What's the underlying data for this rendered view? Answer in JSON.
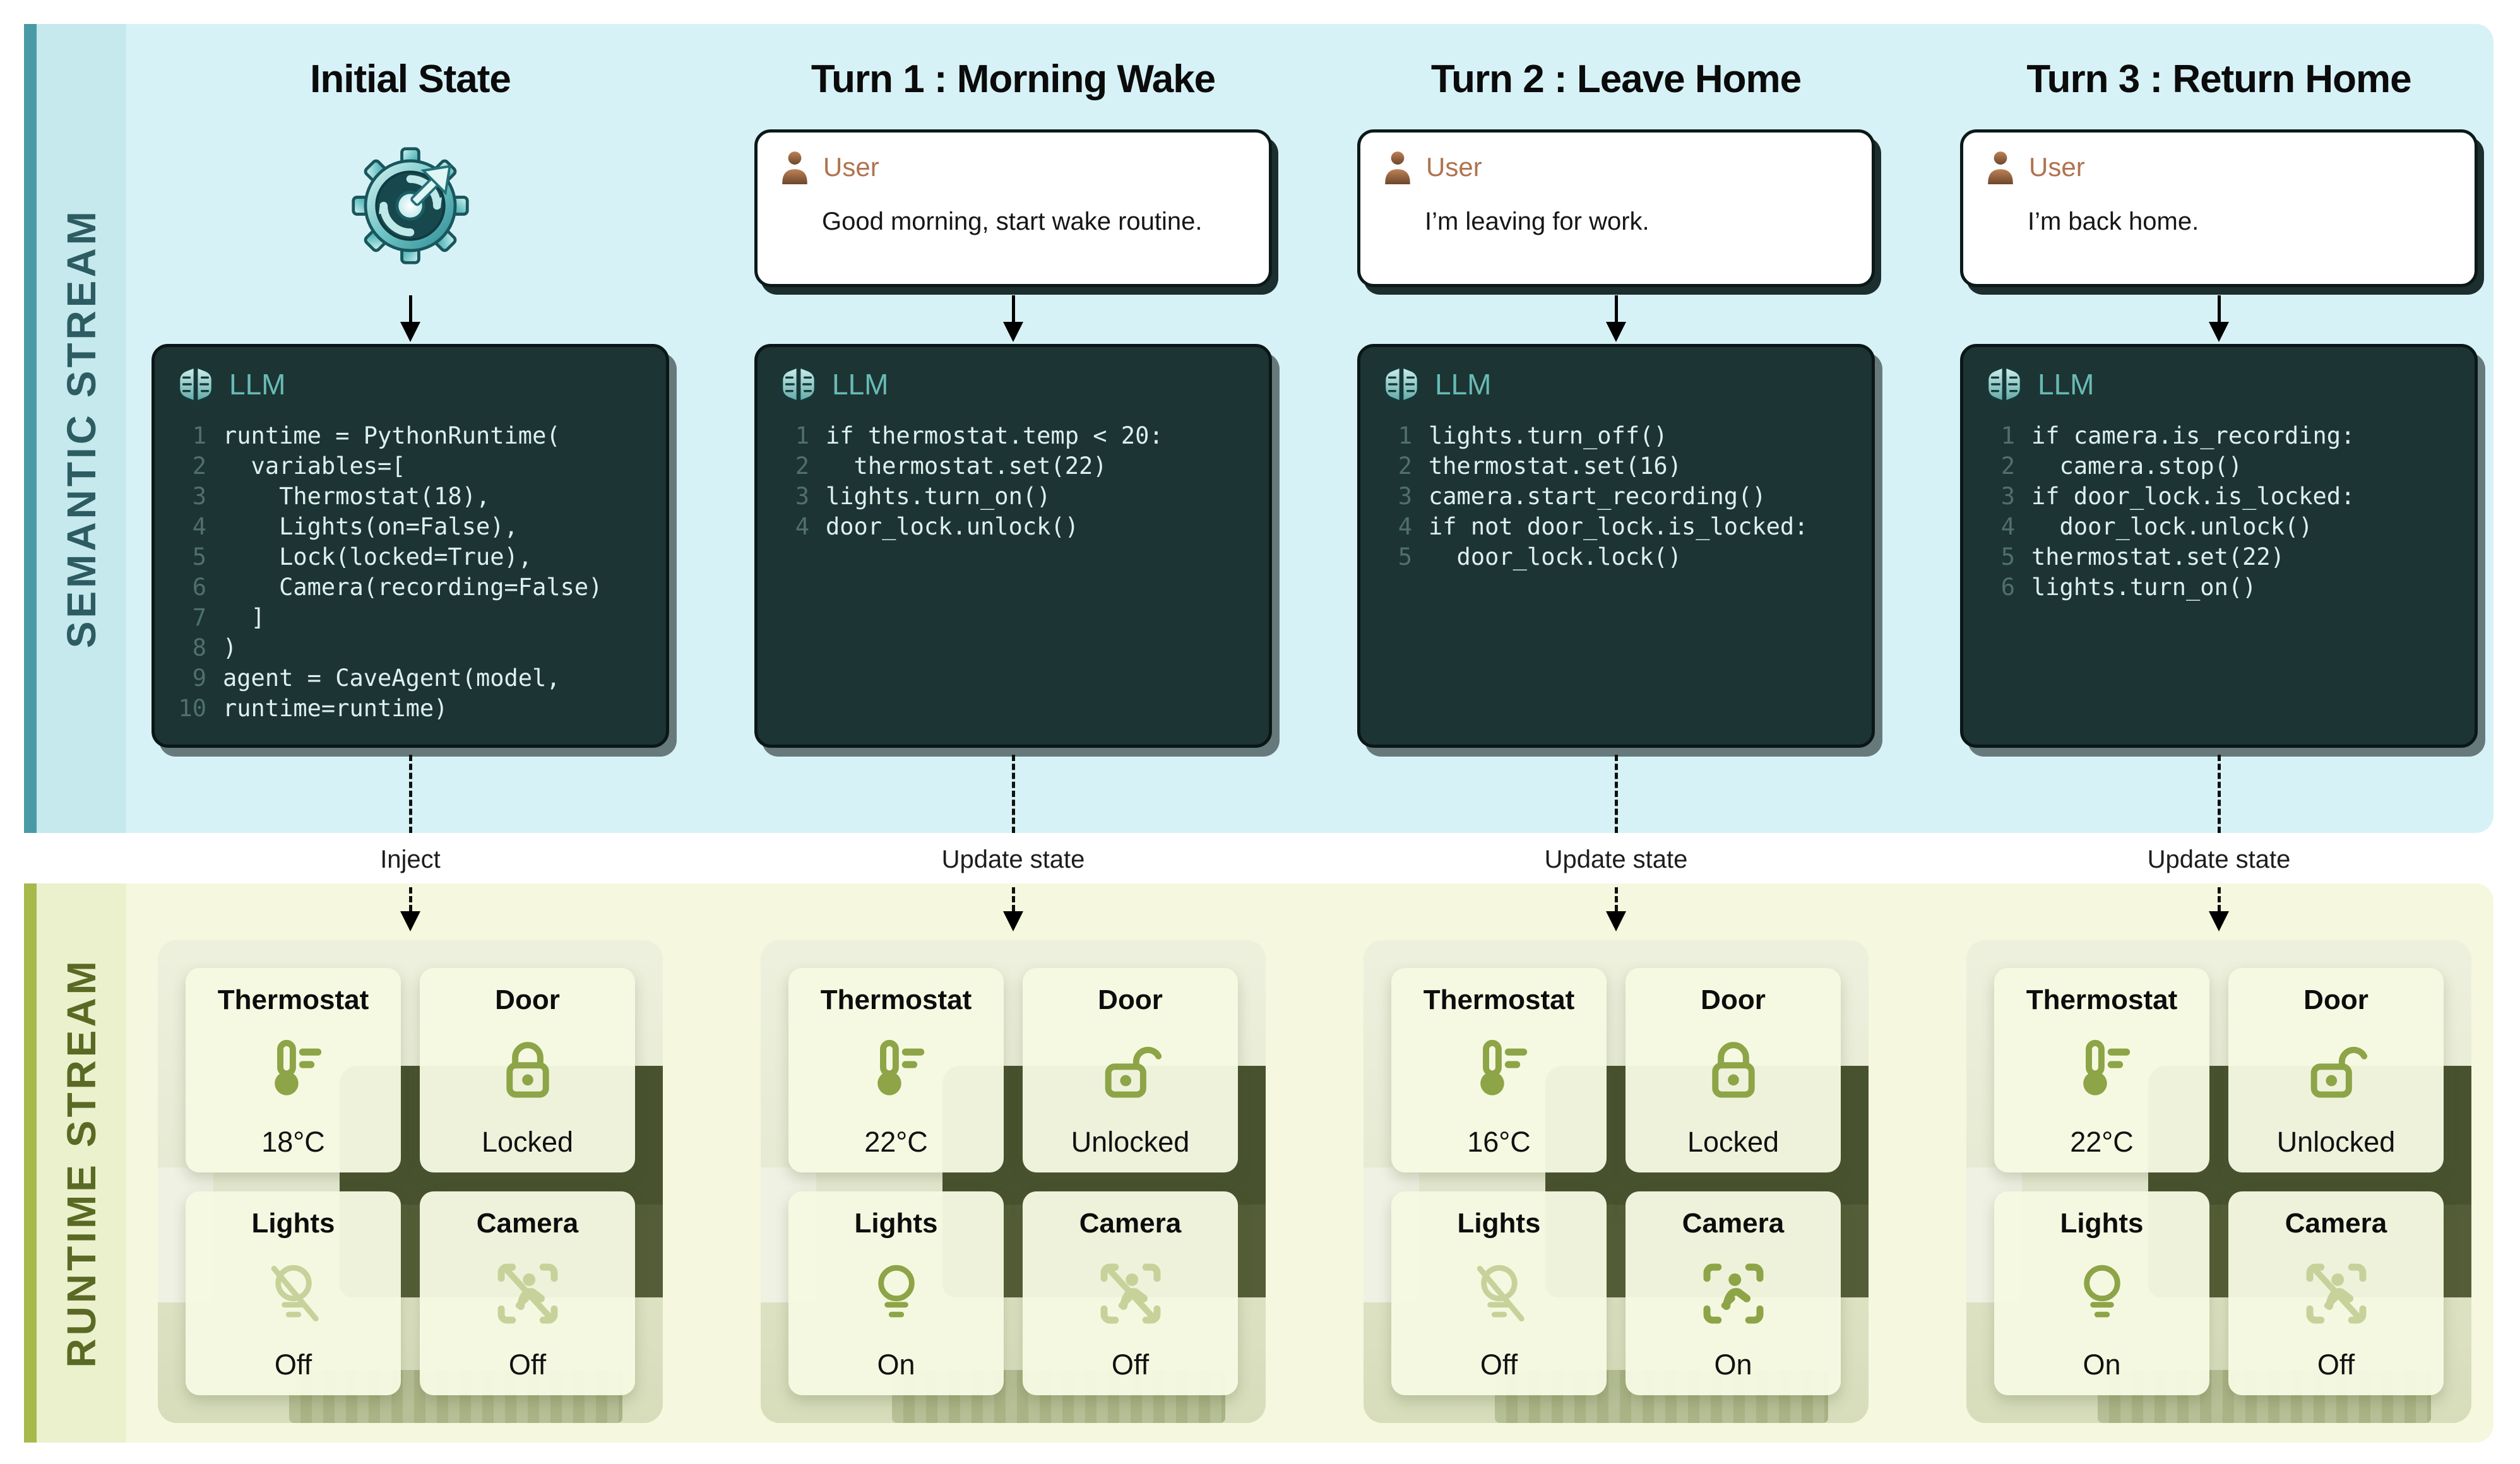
{
  "streams": {
    "semantic_label": "SEMANTIC STREAM",
    "runtime_label": "RUNTIME STREAM"
  },
  "colors": {
    "semantic_band": "#d7f2f7",
    "semantic_edge": "#4a9aa6",
    "semantic_text": "#2d5c63",
    "runtime_band": "#f5f8de",
    "runtime_edge": "#a7b94b",
    "runtime_text": "#5a6a24",
    "code_background": "#1c3433",
    "llm_accent": "#68bab6",
    "user_accent": "#b17350",
    "device_icon_active": "#8da447",
    "device_icon_inactive": "#c7d29b"
  },
  "columns": [
    {
      "title": "Initial State",
      "stimulus_icon": "gear-refresh-icon",
      "flow_label": "Inject",
      "llm": {
        "label": "LLM",
        "icon": "brain-icon",
        "code": [
          "runtime = PythonRuntime(",
          "  variables=[",
          "    Thermostat(18),",
          "    Lights(on=False),",
          "    Lock(locked=True),",
          "    Camera(recording=False)",
          "  ]",
          ")",
          "agent = CaveAgent(model,",
          "runtime=runtime)"
        ]
      },
      "devices": {
        "thermostat": {
          "label": "Thermostat",
          "value": "18°C",
          "icon": "thermometer-icon"
        },
        "door": {
          "label": "Door",
          "value": "Locked",
          "icon": "lock-closed-icon"
        },
        "lights": {
          "label": "Lights",
          "value": "Off",
          "icon": "bulb-off-icon"
        },
        "camera": {
          "label": "Camera",
          "value": "Off",
          "icon": "camera-off-icon"
        }
      }
    },
    {
      "title": "Turn 1 : Morning Wake",
      "user": {
        "label": "User",
        "icon": "person-icon",
        "message": "Good morning, start wake routine."
      },
      "flow_label": "Update state",
      "llm": {
        "label": "LLM",
        "icon": "brain-icon",
        "code": [
          "if thermostat.temp < 20:",
          "  thermostat.set(22)",
          "lights.turn_on()",
          "door_lock.unlock()"
        ]
      },
      "devices": {
        "thermostat": {
          "label": "Thermostat",
          "value": "22°C",
          "icon": "thermometer-icon"
        },
        "door": {
          "label": "Door",
          "value": "Unlocked",
          "icon": "lock-open-icon"
        },
        "lights": {
          "label": "Lights",
          "value": "On",
          "icon": "bulb-on-icon"
        },
        "camera": {
          "label": "Camera",
          "value": "Off",
          "icon": "camera-off-icon"
        }
      }
    },
    {
      "title": "Turn 2 : Leave Home",
      "user": {
        "label": "User",
        "icon": "person-icon",
        "message": "I’m leaving for work."
      },
      "flow_label": "Update state",
      "llm": {
        "label": "LLM",
        "icon": "brain-icon",
        "code": [
          "lights.turn_off()",
          "thermostat.set(16)",
          "camera.start_recording()",
          "if not door_lock.is_locked:",
          "  door_lock.lock()"
        ]
      },
      "devices": {
        "thermostat": {
          "label": "Thermostat",
          "value": "16°C",
          "icon": "thermometer-icon"
        },
        "door": {
          "label": "Door",
          "value": "Locked",
          "icon": "lock-closed-icon"
        },
        "lights": {
          "label": "Lights",
          "value": "Off",
          "icon": "bulb-off-icon"
        },
        "camera": {
          "label": "Camera",
          "value": "On",
          "icon": "camera-on-icon"
        }
      }
    },
    {
      "title": "Turn 3 : Return Home",
      "user": {
        "label": "User",
        "icon": "person-icon",
        "message": "I’m back home."
      },
      "flow_label": "Update state",
      "llm": {
        "label": "LLM",
        "icon": "brain-icon",
        "code": [
          "if camera.is_recording:",
          "  camera.stop()",
          "if door_lock.is_locked:",
          "  door_lock.unlock()",
          "thermostat.set(22)",
          "lights.turn_on()"
        ]
      },
      "devices": {
        "thermostat": {
          "label": "Thermostat",
          "value": "22°C",
          "icon": "thermometer-icon"
        },
        "door": {
          "label": "Door",
          "value": "Unlocked",
          "icon": "lock-open-icon"
        },
        "lights": {
          "label": "Lights",
          "value": "On",
          "icon": "bulb-on-icon"
        },
        "camera": {
          "label": "Camera",
          "value": "Off",
          "icon": "camera-off-icon"
        }
      }
    }
  ]
}
